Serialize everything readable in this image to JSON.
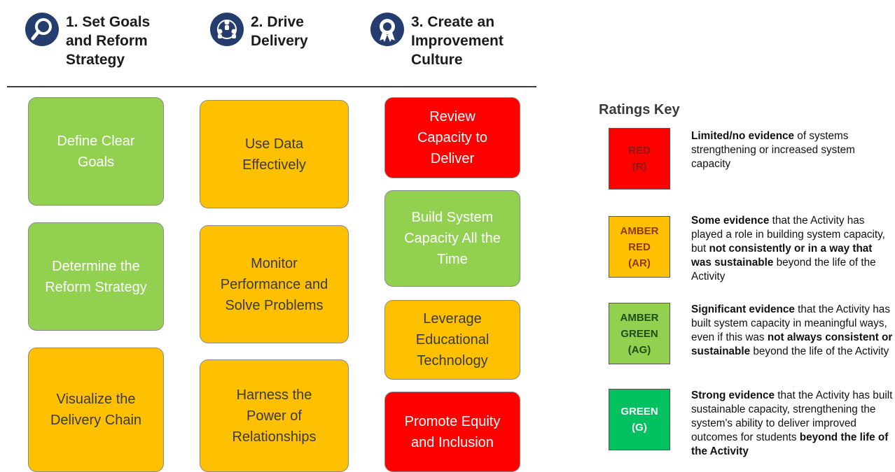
{
  "columns": [
    {
      "title": "1. Set Goals\nand Reform\nStrategy",
      "icon": "magnifier-icon"
    },
    {
      "title": "2. Drive\nDelivery",
      "icon": "team-icon"
    },
    {
      "title": "3. Create an\nImprovement\nCulture",
      "icon": "award-ribbon-icon"
    }
  ],
  "colors": {
    "red": "#ff0000",
    "amber": "#ffc000",
    "green_light": "#92d050",
    "green": "#00b050",
    "icon_bg": "#243d6e"
  },
  "activities": {
    "define_goals": {
      "label": "Define Clear\nGoals",
      "rating": "AG"
    },
    "reform_strategy": {
      "label": "Determine the\nReform Strategy",
      "rating": "AG"
    },
    "visualize_chain": {
      "label": "Visualize the\nDelivery Chain",
      "rating": "AR"
    },
    "use_data": {
      "label": "Use Data\nEffectively",
      "rating": "AR"
    },
    "monitor": {
      "label": "Monitor\nPerformance and\nSolve Problems",
      "rating": "AR"
    },
    "relationships": {
      "label": "Harness the\nPower of\nRelationships",
      "rating": "AR"
    },
    "review_capacity": {
      "label": "Review\nCapacity to\nDeliver",
      "rating": "R"
    },
    "build_capacity": {
      "label": "Build System\nCapacity All the\nTime",
      "rating": "AG"
    },
    "edtech": {
      "label": "Leverage\nEducational\nTechnology",
      "rating": "AR"
    },
    "equity": {
      "label": "Promote Equity\nand Inclusion",
      "rating": "R"
    }
  },
  "ratings_key": {
    "title": "Ratings Key",
    "items": [
      {
        "label": "RED\n(R)",
        "parts": [
          {
            "b": "Limited/no evidence"
          },
          {
            "t": " of systems strengthening or increased system capacity"
          }
        ]
      },
      {
        "label": "AMBER\nRED\n(AR)",
        "parts": [
          {
            "b": "Some evidence"
          },
          {
            "t": " that the Activity has played a role in building system capacity, but "
          },
          {
            "b": "not consistently or in a way that was sustainable"
          },
          {
            "t": " beyond the life of the Activity"
          }
        ]
      },
      {
        "label": "AMBER\nGREEN\n(AG)",
        "parts": [
          {
            "b": "Significant evidence"
          },
          {
            "t": " that the Activity has built system capacity in meaningful ways, even if this was "
          },
          {
            "b": "not always consistent or sustainable"
          },
          {
            "t": " beyond the life of the Activity"
          }
        ]
      },
      {
        "label": "GREEN\n(G)",
        "parts": [
          {
            "b": "Strong evidence"
          },
          {
            "t": " that the Activity has built sustainable capacity, strengthening the system's ability to deliver improved outcomes for students "
          },
          {
            "b": "beyond the life of the Activity"
          }
        ]
      }
    ]
  }
}
